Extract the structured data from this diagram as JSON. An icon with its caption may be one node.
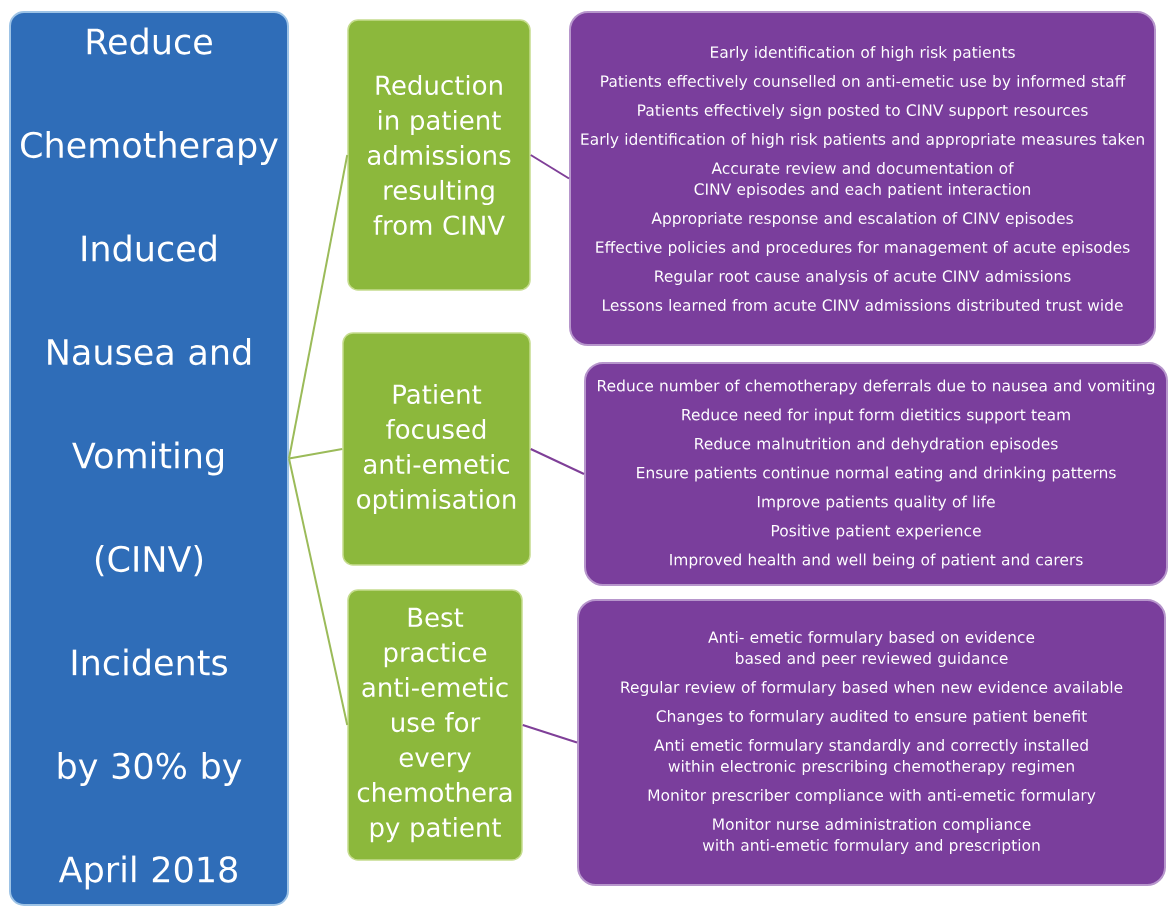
{
  "diagram": {
    "nodes": [
      {
        "text": [
          "Reduce Chemotherapy Induced Nausea and Vomiting (CINV) Incidents by 30% by April 2018"
        ]
      },
      {
        "text": [
          "Reduction in patient admissions resulting from CINV"
        ]
      },
      {
        "text": [
          "Patient focused anti-emetic optimisation"
        ]
      },
      {
        "text": [
          "Best practice anti-emetic use for every chemothera py patient"
        ]
      },
      {
        "text": [
          "Early identification of high risk patients",
          "Patients effectively counselled on anti-emetic use by informed staff",
          "Patients effectively sign posted to CINV support resources",
          "Early identification of high risk patients and appropriate measures taken",
          "Accurate review and documentation of CINV episodes and each patient interaction",
          "Appropriate response and escalation of CINV episodes",
          "Effective policies and procedures for management of acute episodes",
          "Regular root cause analysis of acute CINV admissions",
          "Lessons learned from acute CINV admissions distributed trust wide"
        ]
      },
      {
        "text": [
          "Reduce number of chemotherapy deferrals due to nausea and vomiting",
          "Reduce need for input form dietitics support team",
          "Reduce malnutrition and dehydration episodes",
          "Ensure patients continue normal eating and drinking patterns",
          "Improve patients quality of life",
          "Positive patient experience",
          "Improved health and well being of patient and carers"
        ]
      },
      {
        "text": [
          "Anti- emetic formulary based on evidence based and peer reviewed guidance",
          "Regular review of formulary based when new evidence available",
          "Changes to formulary audited to ensure patient benefit",
          "Anti emetic formulary standardly and correctly installed within electronic prescribing chemotherapy regimen",
          "Monitor prescriber compliance with anti-emetic formulary",
          "Monitor nurse administration compliance with anti-emetic formulary and prescription"
        ]
      }
    ],
    "edges": [
      {
        "from": 0,
        "to": 1,
        "arrow": "none",
        "color": "#9bbb59"
      },
      {
        "from": 0,
        "to": 2,
        "arrow": "none",
        "color": "#9bbb59"
      },
      {
        "from": 0,
        "to": 3,
        "arrow": "none",
        "color": "#9bbb59"
      },
      {
        "from": 1,
        "to": 4,
        "arrow": "none",
        "color": "#7f3f98"
      },
      {
        "from": 2,
        "to": 5,
        "arrow": "none",
        "color": "#7f3f98"
      },
      {
        "from": 3,
        "to": 6,
        "arrow": "none",
        "color": "#7f3f98"
      }
    ]
  }
}
